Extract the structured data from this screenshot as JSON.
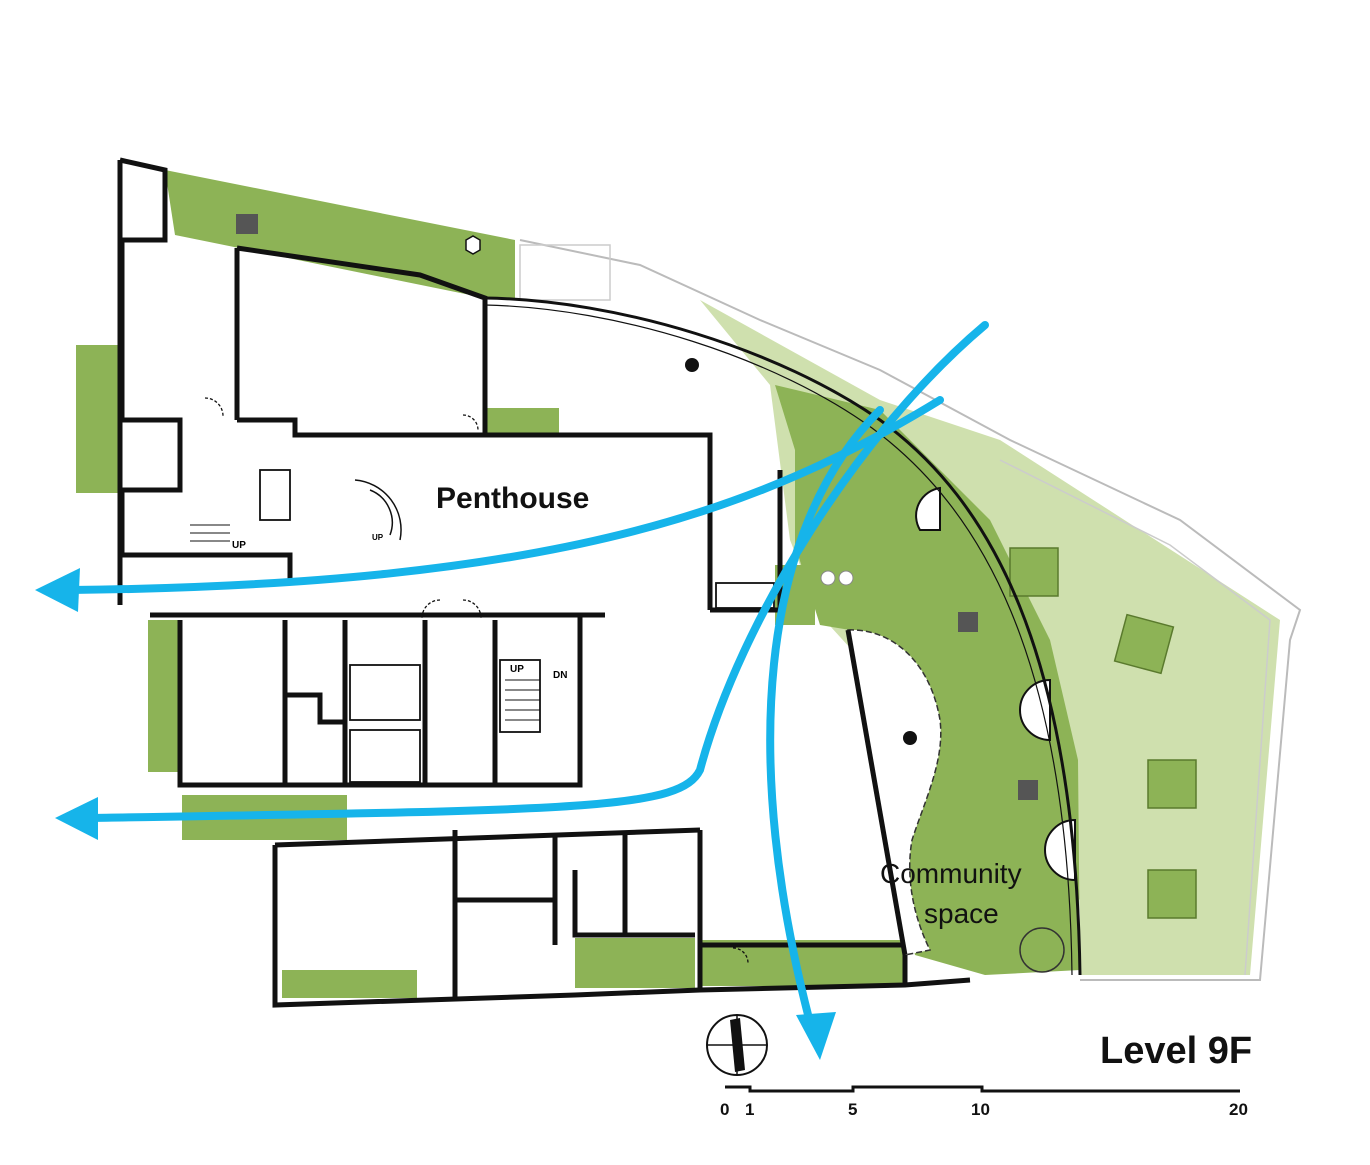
{
  "labels": {
    "penthouse": "Penthouse",
    "community_line1": "Community",
    "community_line2": "space",
    "level": "Level 9F"
  },
  "stair_labels": {
    "up_left": "UP",
    "up_spiral": "UP",
    "up_core": "UP",
    "dn_core": "DN"
  },
  "scale_bar": {
    "ticks": [
      "0",
      "1",
      "5",
      "10",
      "20"
    ]
  },
  "colors": {
    "green": "#8db356",
    "light_green": "#cfe0ae",
    "arrow_blue": "#16b4ea",
    "wall": "#111111"
  }
}
